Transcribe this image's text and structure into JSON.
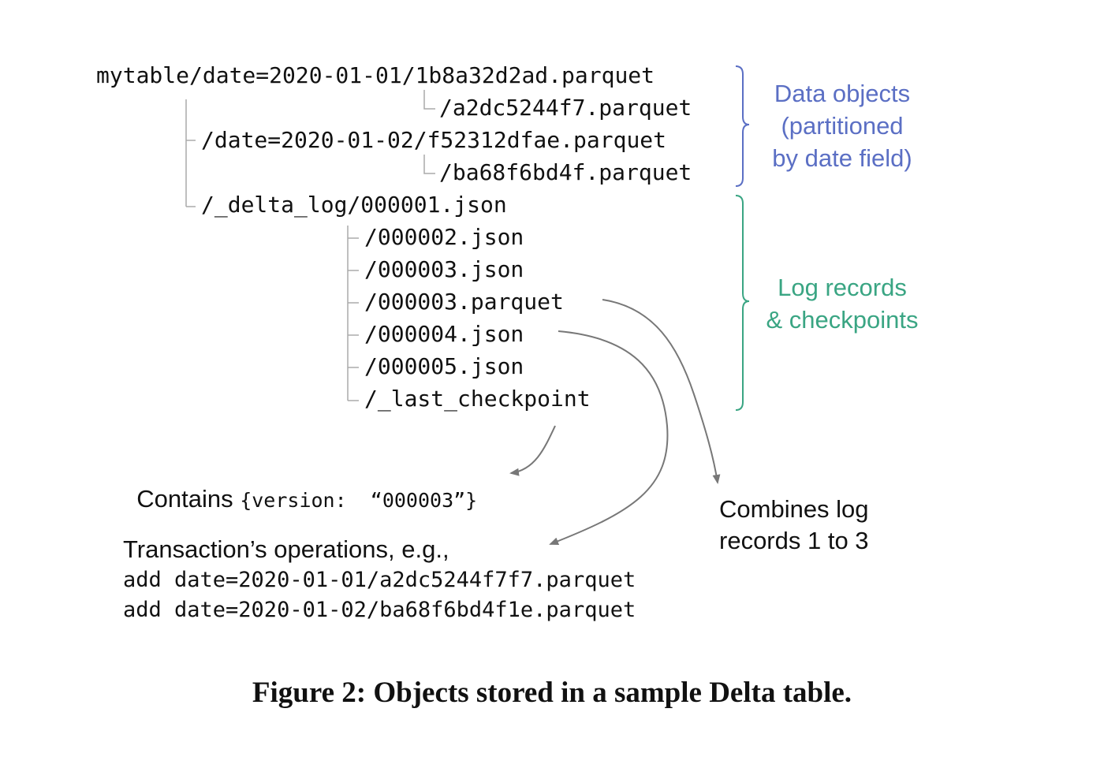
{
  "tree": {
    "root": "mytable/date=2020-01-01/1b8a32d2ad.parquet",
    "file_a2dc": "/a2dc5244f7.parquet",
    "date_0102": "/date=2020-01-02/f52312dfae.parquet",
    "file_ba68": "/ba68f6bd4f.parquet",
    "delta_log": "/_delta_log/000001.json",
    "log2": "/000002.json",
    "log3": "/000003.json",
    "log3_parquet": "/000003.parquet",
    "log4": "/000004.json",
    "log5": "/000005.json",
    "last_checkpoint": "/_last_checkpoint"
  },
  "brackets": {
    "data_objects": [
      "Data objects",
      "(partitioned",
      "by date field)"
    ],
    "log_records": [
      "Log records",
      "& checkpoints"
    ]
  },
  "annotations": {
    "contains_prefix": "Contains ",
    "contains_code": "{version:  “000003”}",
    "transaction_title": "Transaction’s operations, e.g.,",
    "transaction_line1": "add date=2020-01-01/a2dc5244f7f7.parquet",
    "transaction_line2": "add date=2020-01-02/ba68f6bd4f1e.parquet",
    "combines_line1": "Combines log",
    "combines_line2": "records 1 to 3"
  },
  "caption": "Figure 2: Objects stored in a sample Delta table.",
  "colors": {
    "data_bracket": "#5b6fc4",
    "log_bracket": "#3aa583",
    "tree_lines": "#aaaaaa",
    "arrows": "#777777"
  }
}
